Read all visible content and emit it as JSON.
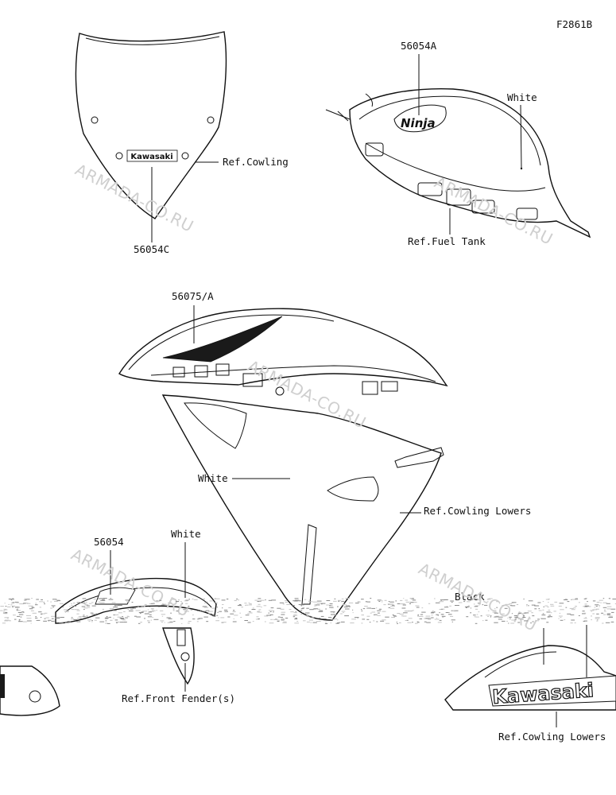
{
  "figure_code": "F2861B",
  "labels": {
    "windshield_part": "56054C",
    "windshield_ref": "Ref.Cowling",
    "windshield_logo": "Kawasaki",
    "tank_part": "56054A",
    "tank_color": "White",
    "tank_ref": "Ref.Fuel Tank",
    "tank_logo": "Ninja",
    "cowling_part": "56075/A",
    "cowling_color": "White",
    "cowling_ref": "Ref.Cowling Lowers",
    "fender_part": "56054",
    "fender_color": "White",
    "fender_ref": "Ref.Front Fender(s)",
    "lower_color": "Black",
    "lower_ref": "Ref.Cowling Lowers",
    "lower_logo": "Kawasaki"
  },
  "watermark": "ARMADA-CO.RU"
}
